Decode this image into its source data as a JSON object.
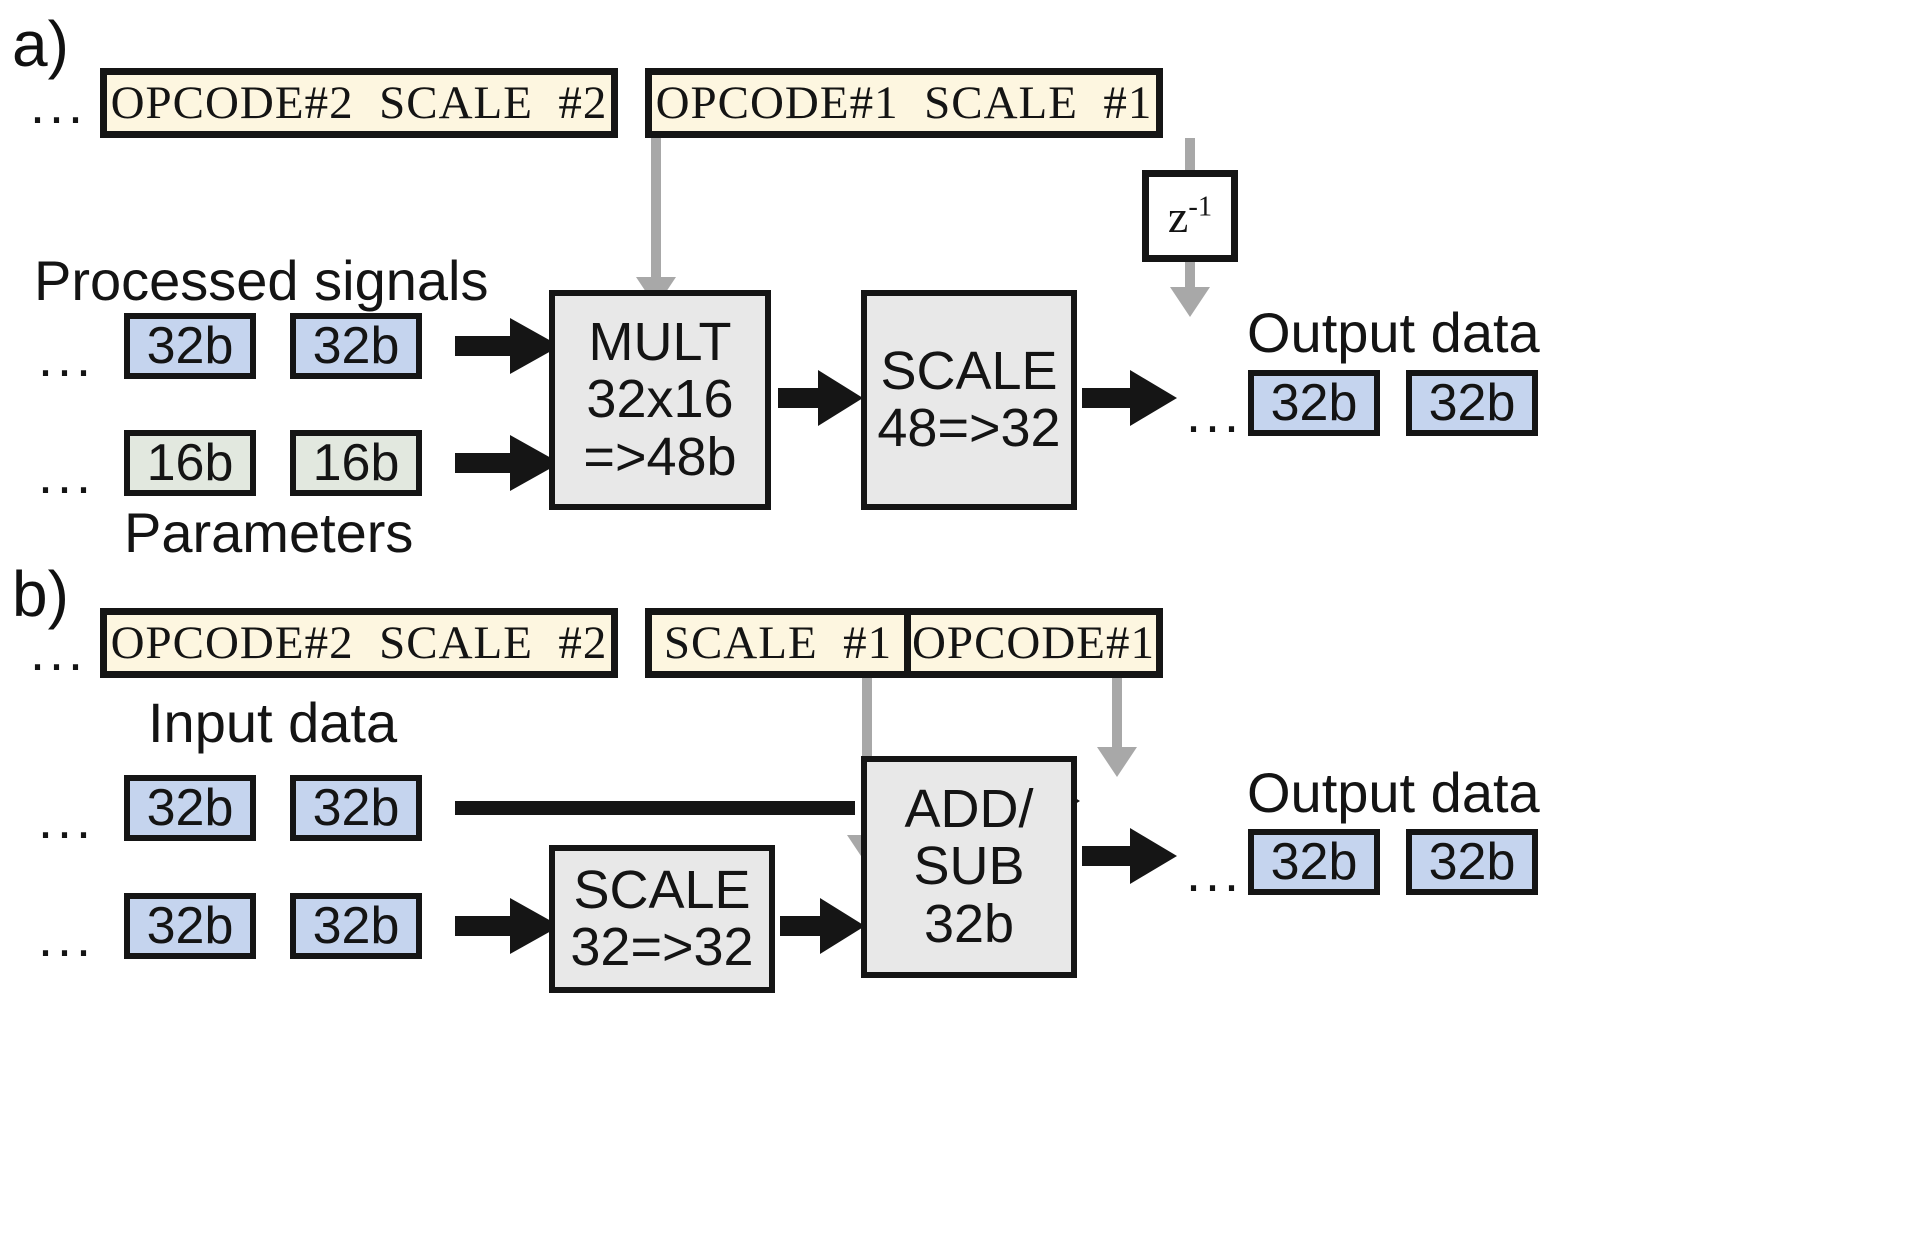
{
  "figure": {
    "panels": [
      {
        "id": "a",
        "letter": "a)",
        "instruction_bars": [
          {
            "cells": [
              "OPCODE#2  SCALE  #2"
            ],
            "ellipsis_before": "..."
          },
          {
            "cells": [
              "OPCODE#1  SCALE  #1"
            ],
            "ellipsis_before": ""
          }
        ],
        "delay_element": {
          "label": "z",
          "exponent": "-1"
        },
        "input_groups": [
          {
            "label": "Processed signals",
            "label_position": "above",
            "ellipsis": "...",
            "words": [
              {
                "text": "32b",
                "color": "blue"
              },
              {
                "text": "32b",
                "color": "blue"
              }
            ]
          },
          {
            "label": "Parameters",
            "label_position": "below",
            "ellipsis": "...",
            "words": [
              {
                "text": "16b",
                "color": "green"
              },
              {
                "text": "16b",
                "color": "green"
              }
            ]
          }
        ],
        "units": [
          {
            "name": "mult-unit",
            "lines": [
              "MULT",
              "32x16",
              "=>48b"
            ]
          },
          {
            "name": "scale-unit",
            "lines": [
              "SCALE",
              "48=>32"
            ]
          }
        ],
        "output_group": {
          "label": "Output data",
          "ellipsis": "...",
          "words": [
            {
              "text": "32b",
              "color": "blue"
            },
            {
              "text": "32b",
              "color": "blue"
            }
          ]
        }
      },
      {
        "id": "b",
        "letter": "b)",
        "instruction_bars": [
          {
            "cells": [
              "OPCODE#2  SCALE  #2"
            ],
            "ellipsis_before": "..."
          },
          {
            "cells": [
              "SCALE  #1",
              "OPCODE#1"
            ],
            "ellipsis_before": ""
          }
        ],
        "input_groups": [
          {
            "label": "Input data",
            "label_position": "above",
            "ellipsis": "...",
            "words": [
              {
                "text": "32b",
                "color": "blue"
              },
              {
                "text": "32b",
                "color": "blue"
              }
            ]
          },
          {
            "label": "",
            "label_position": "none",
            "ellipsis": "...",
            "words": [
              {
                "text": "32b",
                "color": "blue"
              },
              {
                "text": "32b",
                "color": "blue"
              }
            ]
          }
        ],
        "units": [
          {
            "name": "scale-unit",
            "lines": [
              "SCALE",
              "32=>32"
            ]
          },
          {
            "name": "addsub-unit",
            "lines": [
              "ADD/",
              "SUB",
              "32b"
            ]
          }
        ],
        "output_group": {
          "label": "Output data",
          "ellipsis": "...",
          "words": [
            {
              "text": "32b",
              "color": "blue"
            },
            {
              "text": "32b",
              "color": "blue"
            }
          ]
        }
      }
    ],
    "colors": {
      "instruction_fill": "#fdf6e0",
      "data_word_fill": "#c5d4ee",
      "parameter_word_fill": "#e2e8df",
      "unit_fill": "#e8e8e8",
      "control_signal": "#a8a8a8",
      "data_path": "#151515",
      "outline": "#151515",
      "background": "#ffffff"
    }
  }
}
